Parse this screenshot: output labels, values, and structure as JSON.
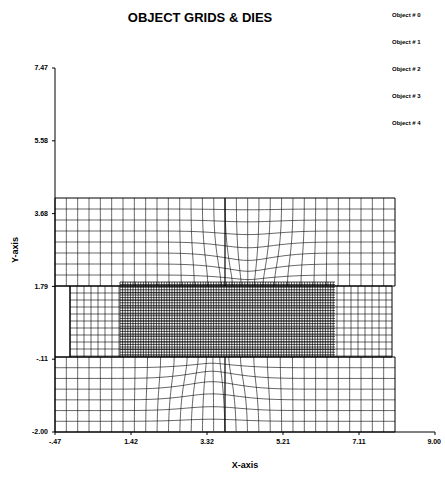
{
  "diagram": {
    "title": "OBJECT GRIDS & DIES",
    "labels": [
      "Y-axis",
      "7.47",
      "5.58",
      "3.68",
      "1.79",
      "-.11",
      "-2.00",
      "X-axis",
      "-.47",
      "1.42",
      "3.32",
      "5.21",
      "7.11",
      "9.00"
    ],
    "legend": [
      {
        "text": "Object # 0"
      },
      {
        "text": "Object # 1"
      },
      {
        "text": "Object # 2"
      },
      {
        "text": "Object # 3"
      },
      {
        "text": "Object # 4"
      }
    ]
  }
}
